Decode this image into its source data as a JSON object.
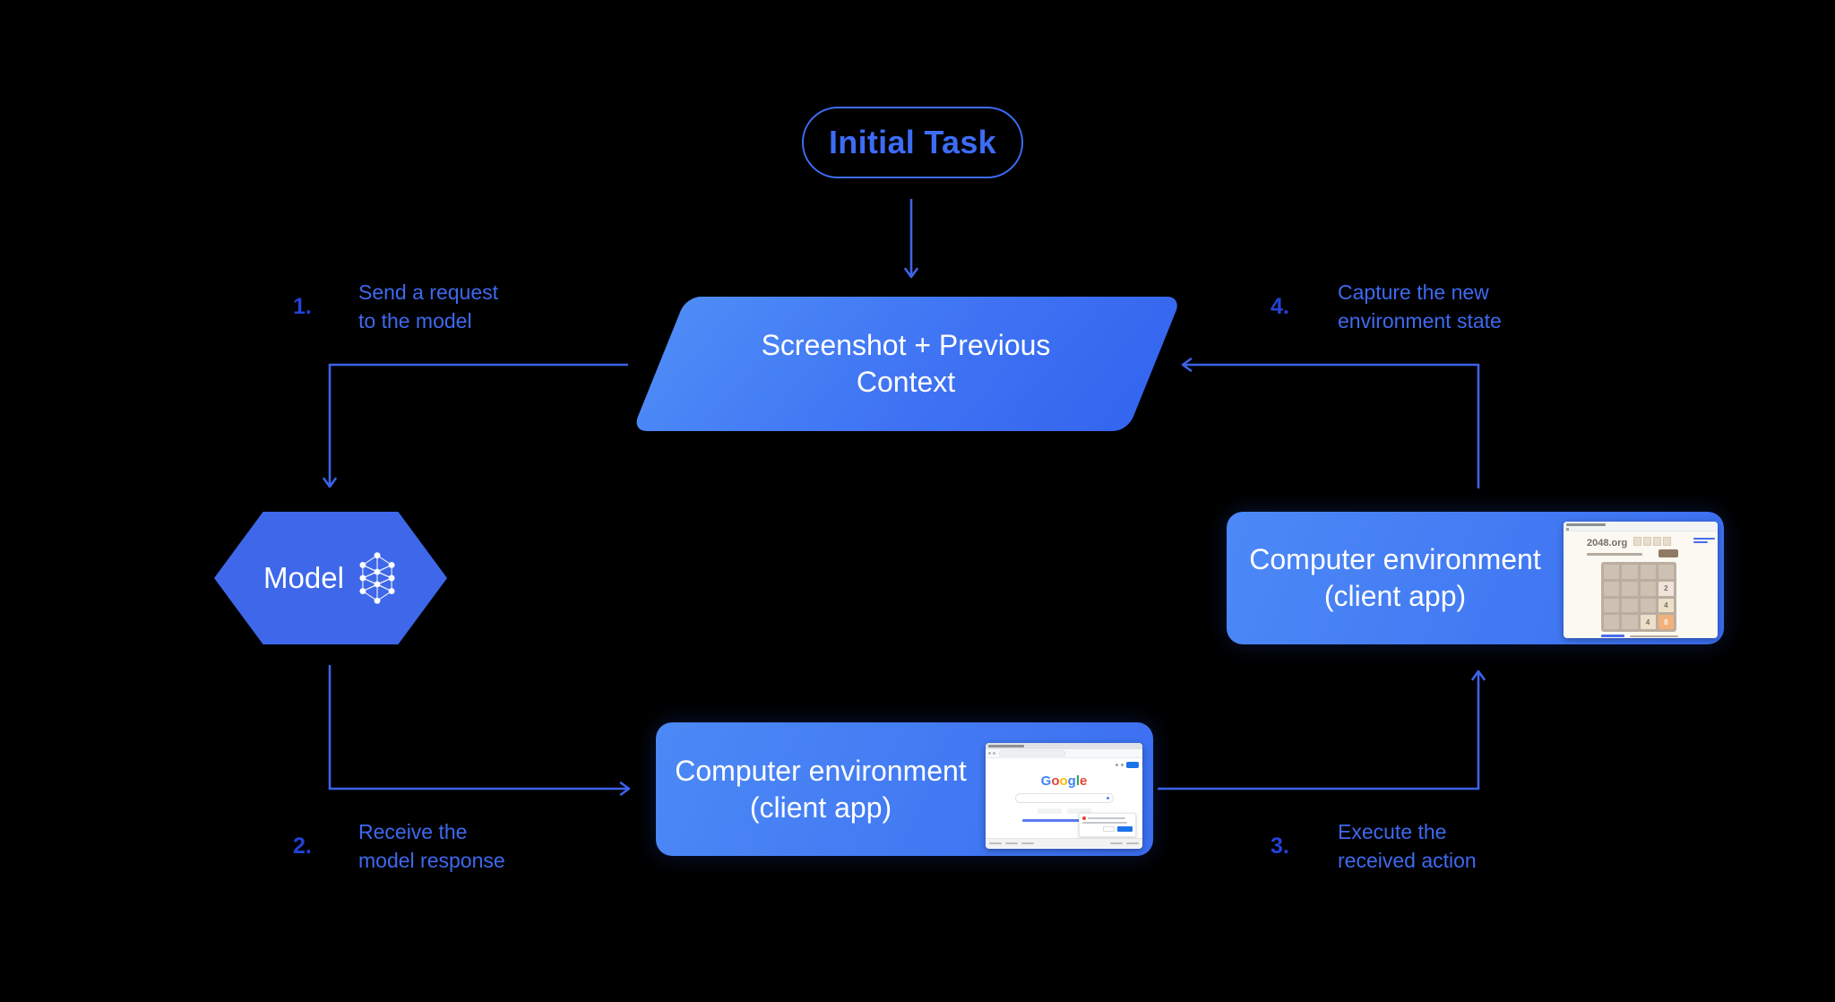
{
  "colors": {
    "line_blue": "#3C63E8",
    "label_blue": "#3E69EF",
    "step_number_blue": "#2342D6",
    "pill_blue": "#3D6CF6",
    "hexagon_blue": "#3E68E9",
    "shape_gradient_light": "#4E8CF7",
    "shape_gradient_dark": "#3465EF",
    "box_gradient_light": "#4C89F6",
    "box_gradient_dark": "#3B6EF1",
    "text_white": "#FFFFFF"
  },
  "nodes": {
    "initial_task": {
      "label": "Initial Task"
    },
    "screenshot_context": {
      "line1": "Screenshot + Previous",
      "line2": "Context"
    },
    "model": {
      "label": "Model"
    },
    "env_bottom": {
      "line1": "Computer environment",
      "line2": "(client app)"
    },
    "env_right": {
      "line1": "Computer environment",
      "line2": "(client app)"
    }
  },
  "steps": [
    {
      "number": "1.",
      "line1": "Send a request",
      "line2": "to the model"
    },
    {
      "number": "2.",
      "line1": "Receive the",
      "line2": "model response"
    },
    {
      "number": "3.",
      "line1": "Execute the",
      "line2": "received action"
    },
    {
      "number": "4.",
      "line1": "Capture the new",
      "line2": "environment state"
    }
  ],
  "mini_google": {
    "logo": [
      {
        "ch": "G",
        "color": "#4285F4"
      },
      {
        "ch": "o",
        "color": "#EA4335"
      },
      {
        "ch": "o",
        "color": "#FBBC05"
      },
      {
        "ch": "g",
        "color": "#4285F4"
      },
      {
        "ch": "l",
        "color": "#34A853"
      },
      {
        "ch": "e",
        "color": "#EA4335"
      }
    ]
  },
  "mini_2048": {
    "title": "2048.org",
    "grid": [
      "",
      "",
      "",
      "",
      "",
      "",
      "",
      "2",
      "",
      "",
      "",
      "4",
      "",
      "",
      "4",
      "8"
    ],
    "tile2_bg": "#eee4da",
    "tile4_bg": "#ede0c8",
    "tile8_bg": "#f2b179",
    "tile_text": "#776e65",
    "tile8_text": "#f9f6f2"
  }
}
